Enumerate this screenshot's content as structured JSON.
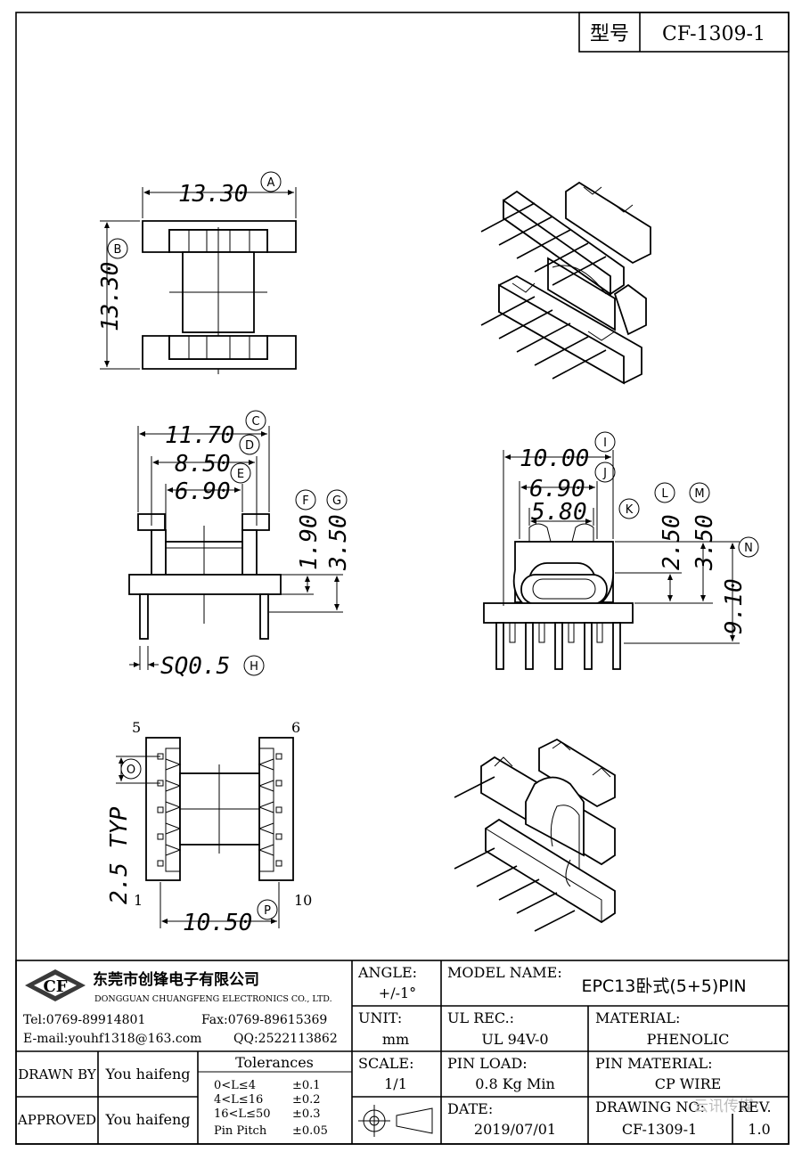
{
  "header": {
    "type_label": "型号",
    "part_number": "CF-1309-1"
  },
  "dimensions": {
    "A": "13.30",
    "B": "13.30",
    "C": "11.70",
    "D": "8.50",
    "E": "6.90",
    "F": "1.90",
    "G": "3.50",
    "H": "SQ0.5",
    "I": "10.00",
    "J": "6.90",
    "K": "5.80",
    "L": "2.50",
    "M": "3.50",
    "N": "9.10",
    "O": "2.5 TYP",
    "P": "10.50"
  },
  "callouts": [
    "A",
    "B",
    "C",
    "D",
    "E",
    "F",
    "G",
    "H",
    "I",
    "J",
    "K",
    "L",
    "M",
    "N",
    "O",
    "P"
  ],
  "pins": {
    "top_left": "5",
    "top_right": "6",
    "bottom_left": "1",
    "bottom_right": "10"
  },
  "title_block": {
    "company_cn": "东莞市创锋电子有限公司",
    "company_en": "DONGGUAN CHUANGFENG ELECTRONICS CO., LTD.",
    "logo_text": "CF",
    "tel": "Tel:0769-89914801",
    "fax": "Fax:0769-89615369",
    "email": "E-mail:youhf1318@163.com",
    "qq": "QQ:2522113862",
    "drawn_by_label": "DRAWN BY",
    "drawn_by": "You haifeng",
    "approved_label": "APPROVED",
    "approved": "You haifeng",
    "tolerances_label": "Tolerances",
    "tolerances": [
      {
        "range": "0<L≤4",
        "value": "±0.1"
      },
      {
        "range": "4<L≤16",
        "value": "±0.2"
      },
      {
        "range": "16<L≤50",
        "value": "±0.3"
      },
      {
        "range": "Pin Pitch",
        "value": "±0.05"
      }
    ],
    "angle_label": "ANGLE:",
    "angle": "+/-1°",
    "unit_label": "UNIT:",
    "unit": "mm",
    "scale_label": "SCALE:",
    "scale": "1/1",
    "model_name_label": "MODEL NAME:",
    "model_name": "EPC13卧式(5+5)PIN",
    "ul_rec_label": "UL REC.:",
    "ul_rec": "UL 94V-0",
    "material_label": "MATERIAL:",
    "material": "PHENOLIC",
    "pin_load_label": "PIN LOAD:",
    "pin_load": "0.8 Kg Min",
    "pin_material_label": "PIN MATERIAL:",
    "pin_material": "CP WIRE",
    "date_label": "DATE:",
    "date": "2019/07/01",
    "drawing_no_label": "DRAWING NO:",
    "drawing_no": "CF-1309-1",
    "rev_label": "REV.",
    "rev": "1.0",
    "watermark": "云讯传媒"
  }
}
